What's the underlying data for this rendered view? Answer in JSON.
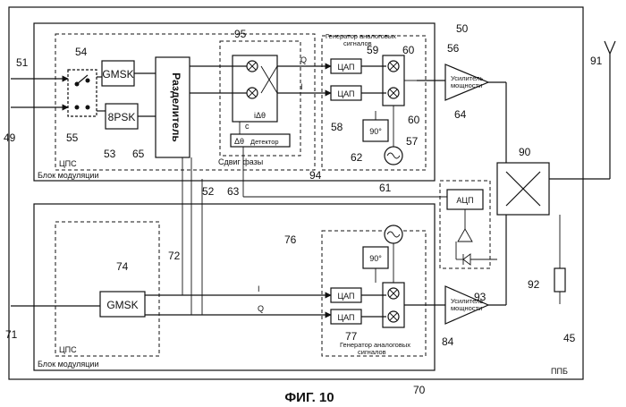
{
  "refs": {
    "r45": "45",
    "r49": "49",
    "r50": "50",
    "r51": "51",
    "r52": "52",
    "r53": "53",
    "r54": "54",
    "r55": "55",
    "r56": "56",
    "r57": "57",
    "r58": "58",
    "r59": "59",
    "r60a": "60",
    "r60b": "60",
    "r61": "61",
    "r62": "62",
    "r63": "63",
    "r64": "64",
    "r65": "65",
    "r70": "70",
    "r71": "71",
    "r72": "72",
    "r74": "74",
    "r76": "76",
    "r77": "77",
    "r84": "84",
    "r90": "90",
    "r91": "91",
    "r92": "92",
    "r93": "93",
    "r94": "94",
    "r95": "95"
  },
  "labels": {
    "gmsk_top": "GMSK",
    "psk8": "8PSK",
    "splitter": "Разделитель",
    "dac_q_top": "ЦАП",
    "dac_i_top": "ЦАП",
    "dac_i_bot": "ЦАП",
    "dac_q_bot": "ЦАП",
    "phase90_top": "90°",
    "phase90_bot": "90°",
    "adc": "АЦП",
    "gmsk_bot": "GMSK",
    "gen_top_l1": "Генератор аналоговых",
    "gen_top_l2": "сигналов",
    "gen_bot_l1": "Генератор аналоговых",
    "gen_bot_l2": "сигналов",
    "amp_top_l1": "Усилитель",
    "amp_top_l2": "мощности",
    "amp_bot_l1": "Усилитель",
    "amp_bot_l2": "мощности",
    "dsp_top": "ЦПС",
    "dsp_bot": "ЦПС",
    "mod_top": "Блок модуляции",
    "mod_bot": "Блок модуляции",
    "phase_shift": "Сдвиг фазы",
    "detector": "Детектор",
    "delta_theta": "Δθ",
    "i_delta_theta": "iΔθ",
    "c_sym": "c",
    "q_top": "Q",
    "i_top": "I",
    "i_bot": "I",
    "q_bot": "Q",
    "ppb": "ППБ",
    "figure": "ФИГ. 10"
  }
}
